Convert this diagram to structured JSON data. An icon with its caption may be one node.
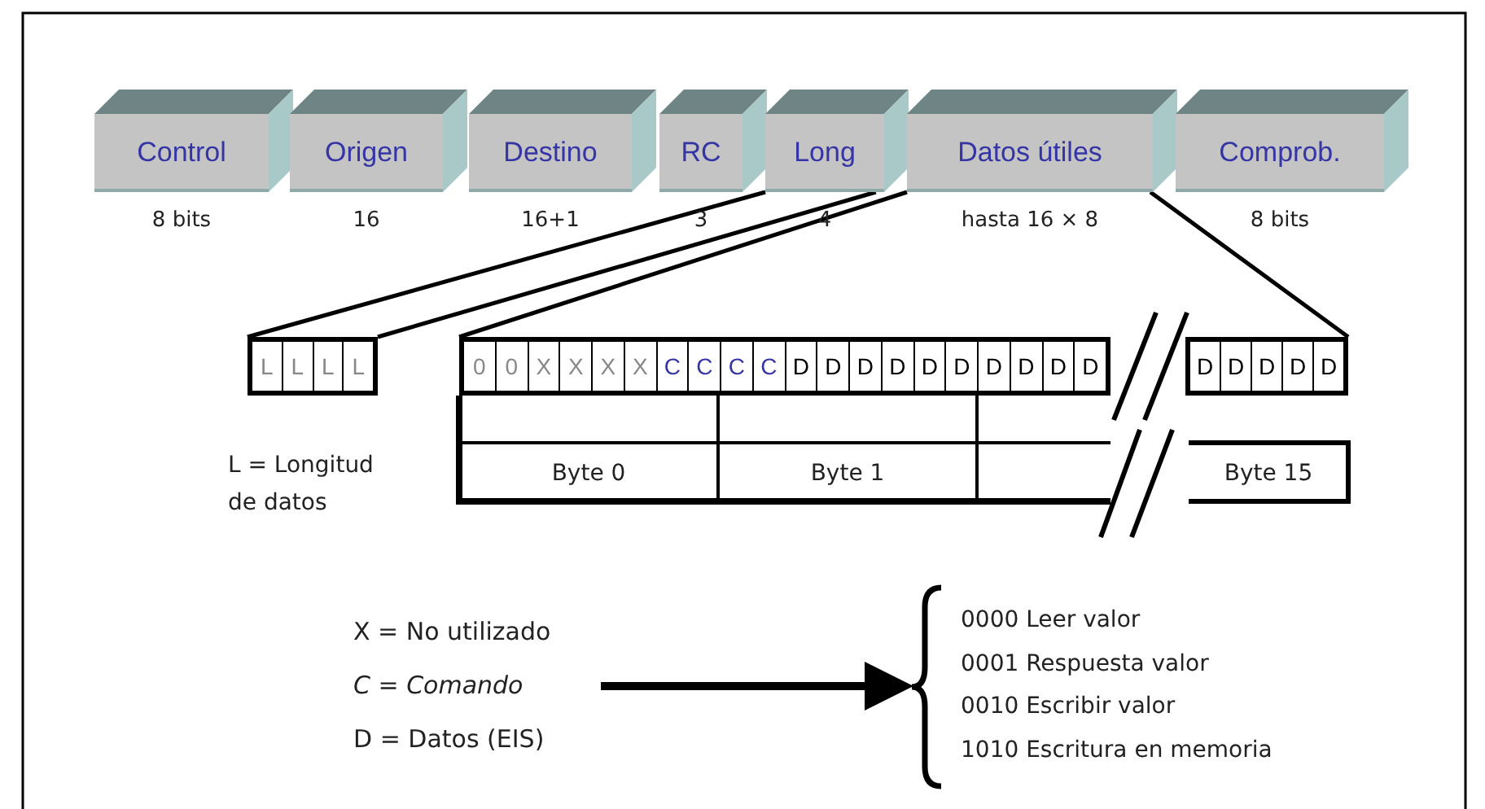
{
  "diagram": {
    "nodes": [
      {
        "text": [
          "Control"
        ],
        "beside": [
          "8 bits"
        ]
      },
      {
        "text": [
          "Origen"
        ],
        "beside": [
          "16"
        ]
      },
      {
        "text": [
          "Destino"
        ],
        "beside": [
          "16+1"
        ]
      },
      {
        "text": [
          "RC"
        ],
        "beside": [
          "3"
        ]
      },
      {
        "text": [
          "Long"
        ],
        "beside": [
          "4"
        ]
      },
      {
        "text": [
          "Datos útiles"
        ],
        "beside": [
          "hasta 16 × 8"
        ]
      },
      {
        "text": [
          "Comprob."
        ],
        "beside": [
          "8 bits"
        ]
      },
      {
        "text": [
          "L",
          "L",
          "L",
          "L"
        ]
      },
      {
        "text": [
          "0",
          "0",
          "X",
          "X",
          "X",
          "X",
          "C",
          "C",
          "C",
          "C",
          "D",
          "D",
          "D",
          "D",
          "D",
          "D",
          "D",
          "D",
          "D",
          "D"
        ]
      },
      {
        "text": [
          "D",
          "D",
          "D",
          "D",
          "D"
        ]
      },
      {
        "text": [
          "X = No utilizado",
          "C = Comando",
          "D = Datos (EIS)"
        ]
      },
      {
        "text": [
          "0000 Leer valor",
          "0001 Respuesta valor",
          "0010 Escribir valor",
          "1010 Escritura en memoria"
        ]
      }
    ],
    "edges": [
      {
        "from": 4,
        "to": 7,
        "arrow": "none"
      },
      {
        "from": 4,
        "to": 7,
        "arrow": "none"
      },
      {
        "from": 5,
        "to": 8,
        "arrow": "none"
      },
      {
        "from": 5,
        "to": 9,
        "arrow": "none"
      },
      {
        "from": 10,
        "to": 11,
        "arrow": "to",
        "style": "thick"
      }
    ],
    "labels": [
      "L = Longitud de datos",
      "Byte 0",
      "Byte 1",
      "Byte 15"
    ]
  }
}
